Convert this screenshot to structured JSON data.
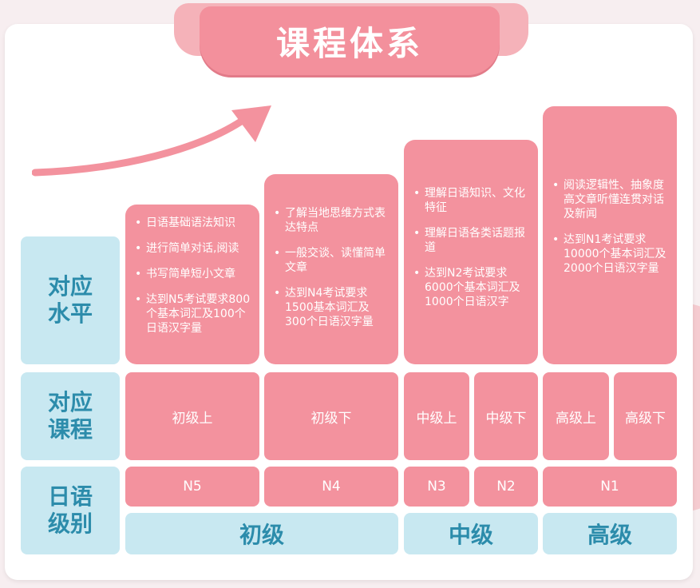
{
  "title": "课程体系",
  "row_labels": {
    "level": "对应\n水平",
    "course": "对应\n课程",
    "jlpt": "日语\n级别"
  },
  "levels": [
    {
      "items": [
        "日语基础语法知识",
        "进行简单对话,阅读",
        "书写简单短小文章",
        "达到N5考试要求800个基本词汇及100个日语汉字量"
      ]
    },
    {
      "items": [
        "了解当地思维方式表达特点",
        "一般交谈、读懂简单文章",
        "达到N4考试要求1500基本词汇及300个日语汉字量"
      ]
    },
    {
      "items": [
        "理解日语知识、文化特征",
        "理解日语各类话题报道",
        "达到N2考试要求6000个基本词汇及1000个日语汉字"
      ]
    },
    {
      "items": [
        "阅读逻辑性、抽象度高文章听懂连贯对话及新闻",
        "达到N1考试要求10000个基本词汇及2000个日语汉字量"
      ]
    }
  ],
  "courses": [
    "初级上",
    "初级下",
    "中级上",
    "中级下",
    "高级上",
    "高级下"
  ],
  "jlpt": [
    "N5",
    "N4",
    "N3",
    "N2",
    "N1"
  ],
  "grades": [
    "初级",
    "中级",
    "高级"
  ],
  "colors": {
    "pink": "#f3929e",
    "blue_bg": "#c8e8f1",
    "blue_text": "#2c8cab"
  }
}
